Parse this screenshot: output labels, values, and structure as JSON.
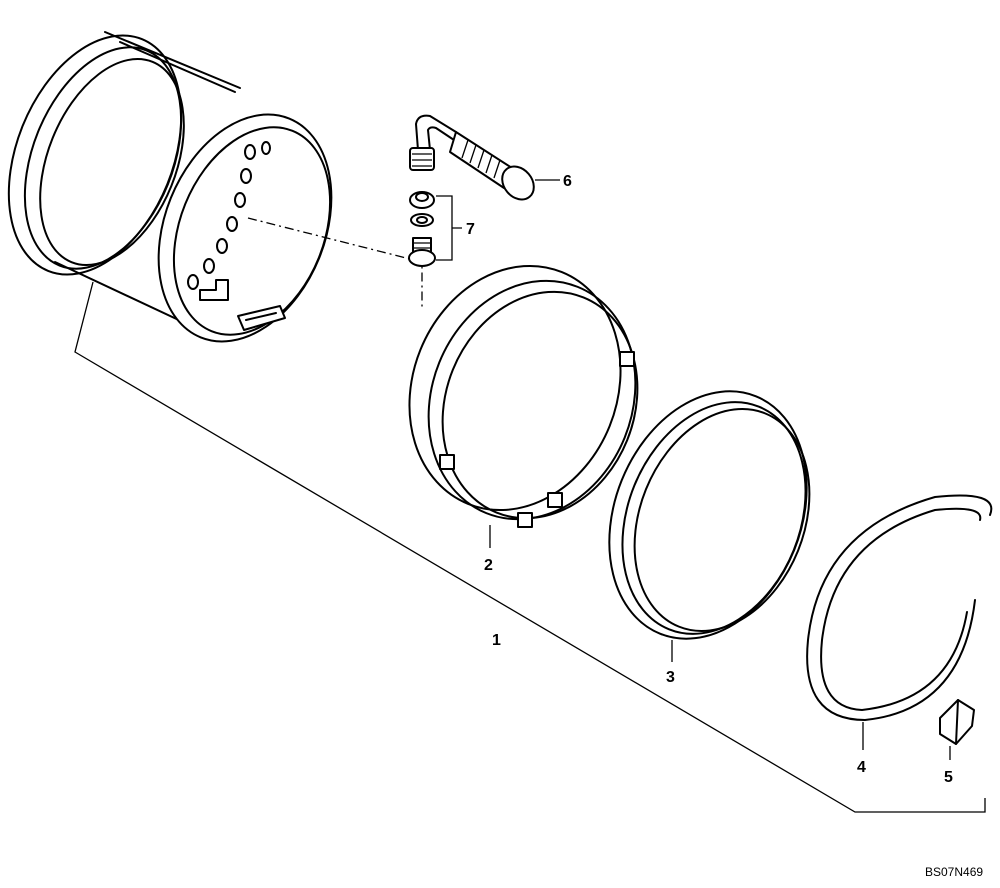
{
  "diagram": {
    "callouts": {
      "c1": "1",
      "c2": "2",
      "c3": "3",
      "c4": "4",
      "c5": "5",
      "c6": "6",
      "c7": "7"
    },
    "drawing_ref": "BS07N469"
  }
}
